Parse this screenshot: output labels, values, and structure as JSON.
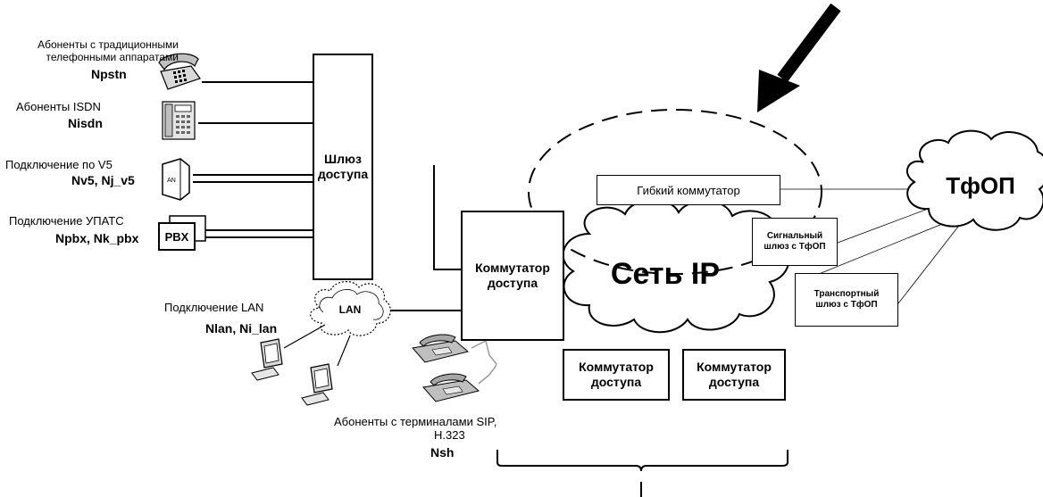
{
  "subscribers": {
    "pstn": {
      "line1": "Абоненты с традиционными",
      "line2": "телефонными аппаратами",
      "var": "Npstn"
    },
    "isdn": {
      "label": "Абоненты ISDN",
      "var": "Nisdn"
    },
    "v5": {
      "label": "Подключение по V5",
      "var": "Nv5, Nj_v5",
      "icon_text": "AN"
    },
    "pbx": {
      "label": "Подключение УПАТС",
      "var": "Npbx, Nk_pbx",
      "icon_text": "PBX"
    },
    "lan": {
      "label": "Подключение LAN",
      "var": "Nlan, Ni_lan",
      "cloud_text": "LAN"
    },
    "sip": {
      "line1": "Абоненты с терминалами SIP,",
      "line2": "H.323",
      "var": "Nsh"
    }
  },
  "nodes": {
    "access_gateway": {
      "line1": "Шлюз",
      "line2": "доступа"
    },
    "access_switch_main": {
      "line1": "Коммутатор",
      "line2": "доступа"
    },
    "access_switch_2": {
      "line1": "Коммутатор",
      "line2": "доступа"
    },
    "access_switch_3": {
      "line1": "Коммутатор",
      "line2": "доступа"
    },
    "softswitch": {
      "label": "Гибкий коммутатор"
    },
    "signaling_gw": {
      "line1": "Сигнальный",
      "line2": "шлюз с ТфОП"
    },
    "transport_gw": {
      "line1": "Транспортный",
      "line2": "шлюз с ТфОП"
    },
    "ip_network": {
      "label": "Сеть IP"
    },
    "pstn_cloud": {
      "label": "ТфОП"
    }
  }
}
